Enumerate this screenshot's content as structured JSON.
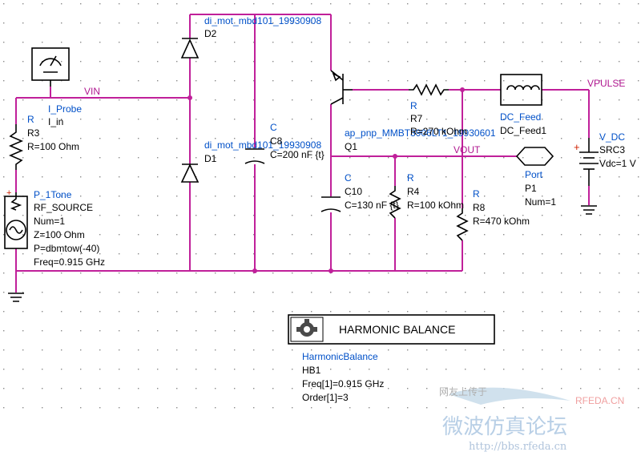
{
  "nets": {
    "vin": "VIN",
    "vout": "VOUT",
    "vpulse": "VPULSE"
  },
  "components": {
    "d2": {
      "model": "di_mot_mbd101_19930908",
      "id": "D2"
    },
    "d1": {
      "model": "di_mot_mbd101_19930908",
      "id": "D1"
    },
    "iprobe": {
      "type": "I_Probe",
      "id": "I_in"
    },
    "r3": {
      "type": "R",
      "id": "R3",
      "value": "R=100 Ohm"
    },
    "source": {
      "type": "P_1Tone",
      "id": "RF_SOURCE",
      "num": "Num=1",
      "z": "Z=100 Ohm",
      "p": "P=dbmtow(-40)",
      "freq": "Freq=0.915 GHz"
    },
    "c8": {
      "type": "C",
      "id": "C8",
      "value": "C=200 nF {t}"
    },
    "q1": {
      "model": "ap_pnp_MMBT3906LT1_19930601",
      "id": "Q1"
    },
    "r7": {
      "type": "R",
      "id": "R7",
      "value": "R=270 kOhm"
    },
    "c10": {
      "type": "C",
      "id": "C10",
      "value": "C=130 nF {t}"
    },
    "r4": {
      "type": "R",
      "id": "R4",
      "value": "R=100 kOhm"
    },
    "r8": {
      "type": "R",
      "id": "R8",
      "value": "R=470 kOhm"
    },
    "feed": {
      "type": "DC_Feed",
      "id": "DC_Feed1"
    },
    "port": {
      "type": "Port",
      "id": "P1",
      "num": "Num=1"
    },
    "vdc": {
      "type": "V_DC",
      "id": "SRC3",
      "value": "Vdc=1 V"
    }
  },
  "harmonic_balance": {
    "title": "HARMONIC BALANCE",
    "type": "HarmonicBalance",
    "id": "HB1",
    "freq": "Freq[1]=0.915 GHz",
    "order": "Order[1]=3"
  },
  "watermark": {
    "top": "网友上传于",
    "site": "RFEDA.CN",
    "chinese": "微波仿真论坛",
    "url": "http://bbs.rfeda.cn"
  },
  "colors": {
    "wire": "#c0209a",
    "label": "#0050c8",
    "component": "#000000"
  }
}
